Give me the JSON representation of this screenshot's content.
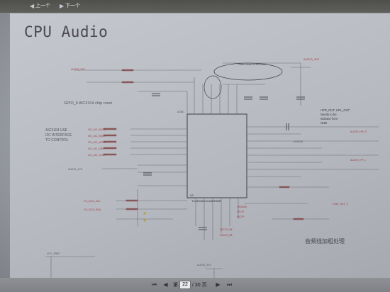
{
  "toolbar": {
    "prev_label": "上一个",
    "next_label": "下一个"
  },
  "document": {
    "title": "CPU Audio",
    "chip_label": "TLV320AIC3104IRHBR",
    "chip_ref": "U3",
    "left_notes": {
      "gpio_reset": "GPIO_9 AIC3104 chip reset",
      "i2c_interface_1": "AIC3104 USE",
      "i2c_interface_2": "I2C INTERFACE",
      "i2c_interface_3": "TO CONTROL"
    },
    "callout_note": "Place close to AIC3104",
    "right_note_1": "HPR_OUT, HPL_OUT",
    "right_note_2": "Needs to be",
    "right_note_3": "isolated from",
    "right_note_4": "GND",
    "chinese_note": "音频线加粗处理",
    "nets_left": [
      "I2S_AIC_MCLK",
      "I2S_AIC_BCLK",
      "I2S_AIC_WCLK",
      "I2S_AIC_DIN",
      "I2S_AIC_DOUT"
    ],
    "nets_power_left": [
      "AUDIO_1V8",
      "AUDIO_3V3"
    ],
    "nets_i2c": [
      "CK_I2C0_SCL",
      "CK_I2C0_SDA"
    ],
    "nets_right": [
      "AUDIO_HP_R",
      "AUDIO_HP_L",
      "LINE_OUT_P"
    ],
    "nets_bottom": [
      "MICBIAS",
      "MIC1P",
      "MIC2P",
      "MIC1R_Diff",
      "MIC2R_Diff"
    ],
    "net_top_right": "AUDIO_3V3",
    "net_bottom_left": "VCC_PWR",
    "net_bottom_center": "AUDIO_3V3",
    "ground": "AGND",
    "ground_alt": "AGNOM"
  },
  "pager": {
    "prefix": "第",
    "current_page": "22",
    "total_pages": "/ 30 页"
  }
}
